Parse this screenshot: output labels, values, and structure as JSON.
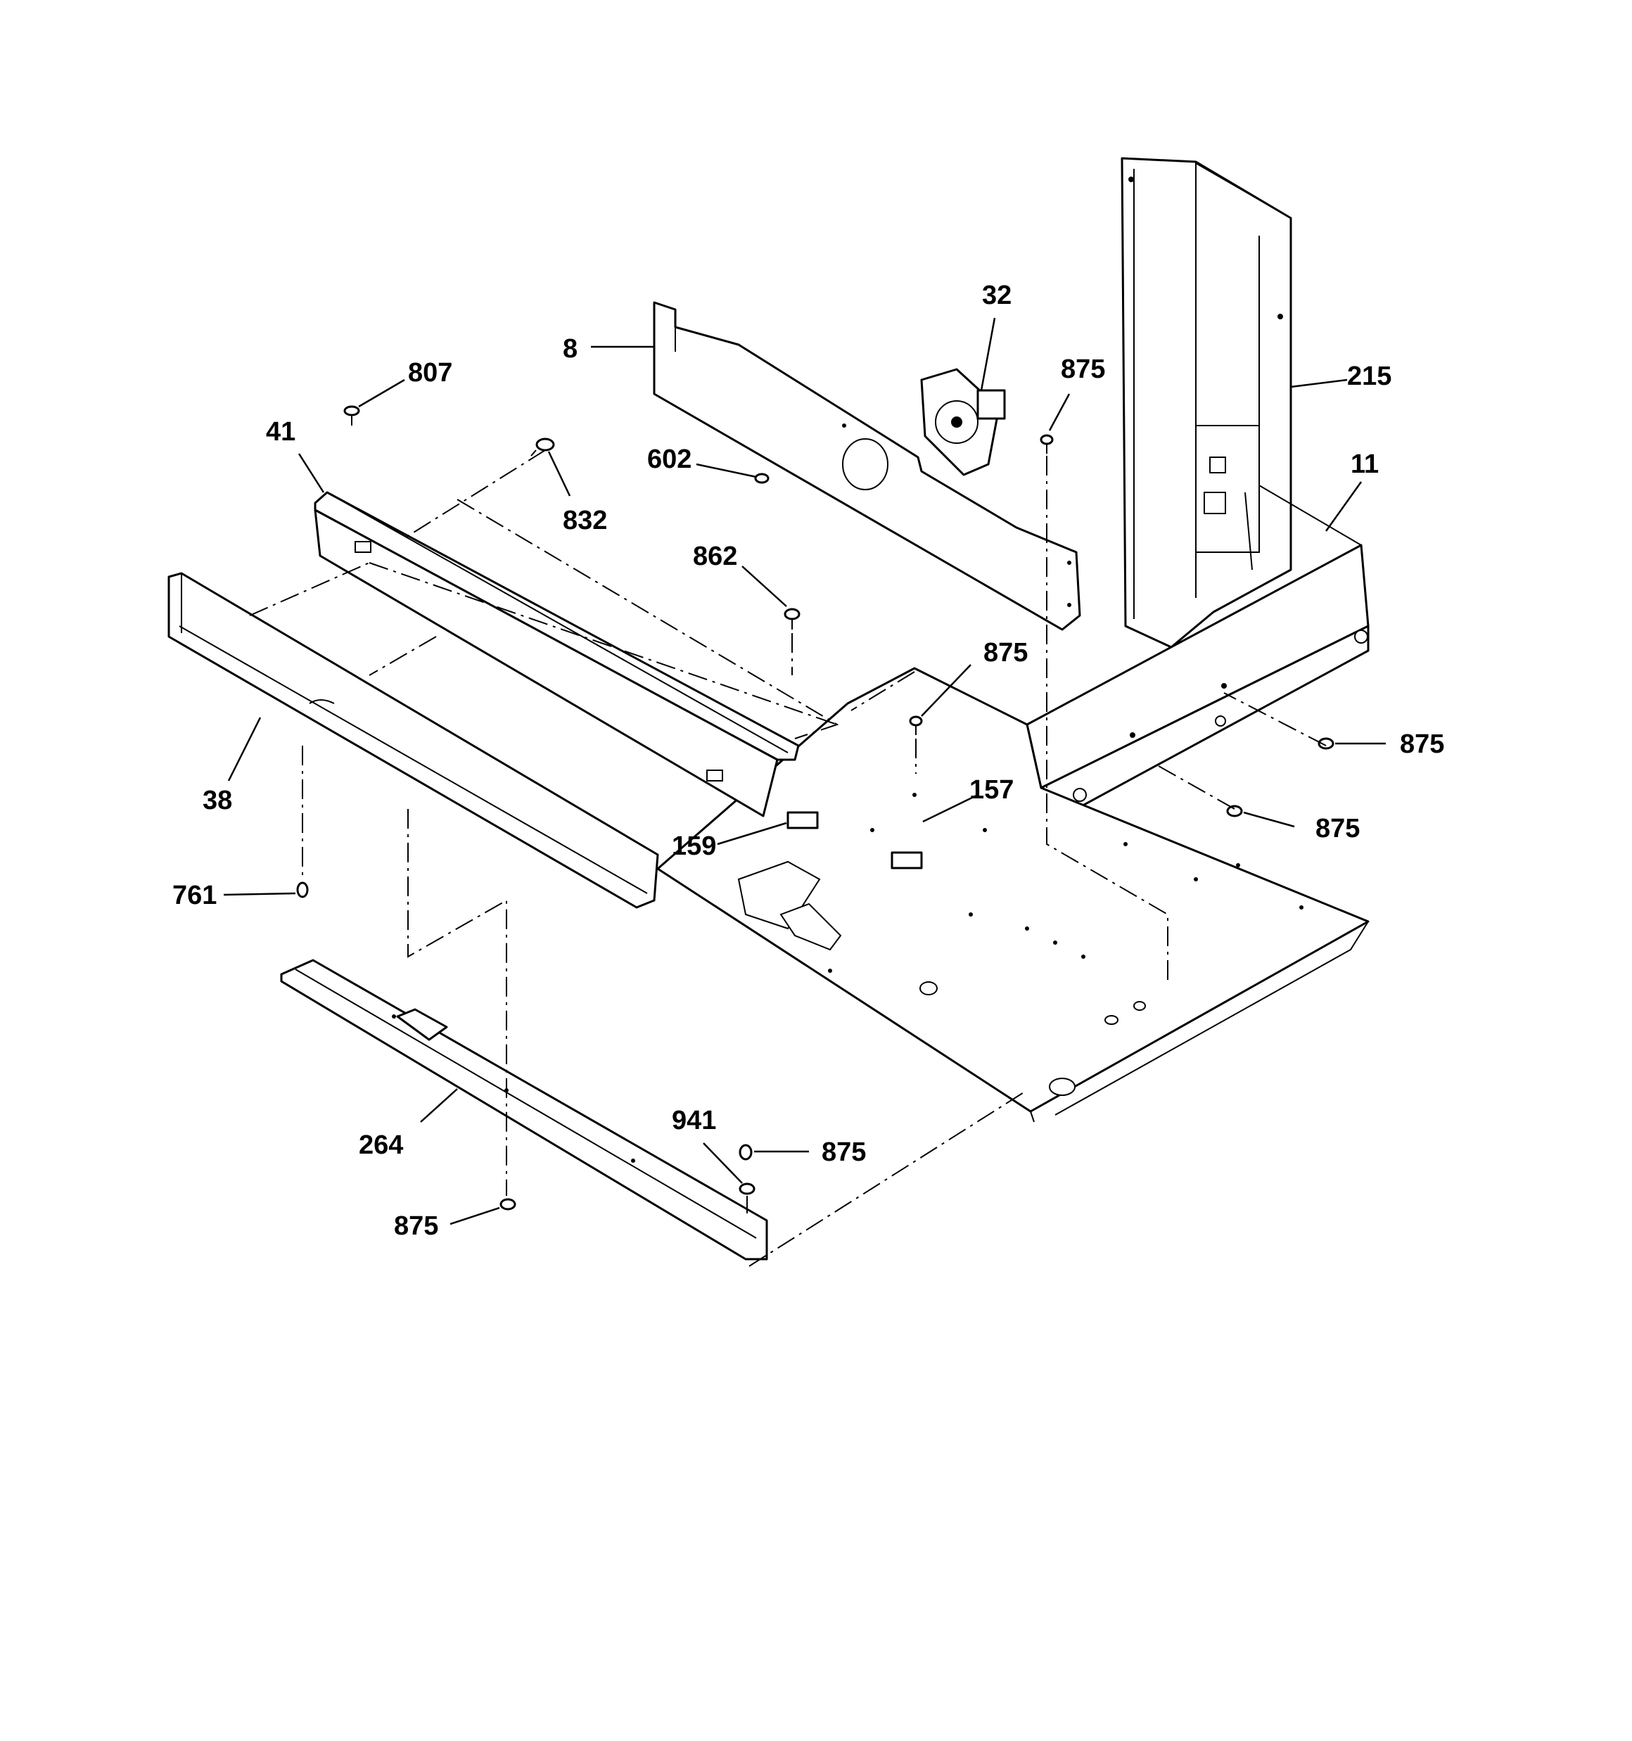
{
  "diagram": {
    "callouts": [
      {
        "id": "c-32",
        "label": "32"
      },
      {
        "id": "c-8",
        "label": "8"
      },
      {
        "id": "c-875a",
        "label": "875"
      },
      {
        "id": "c-215",
        "label": "215"
      },
      {
        "id": "c-807",
        "label": "807"
      },
      {
        "id": "c-41",
        "label": "41"
      },
      {
        "id": "c-602",
        "label": "602"
      },
      {
        "id": "c-11",
        "label": "11"
      },
      {
        "id": "c-832",
        "label": "832"
      },
      {
        "id": "c-862",
        "label": "862"
      },
      {
        "id": "c-875b",
        "label": "875"
      },
      {
        "id": "c-875c",
        "label": "875"
      },
      {
        "id": "c-38",
        "label": "38"
      },
      {
        "id": "c-157",
        "label": "157"
      },
      {
        "id": "c-875d",
        "label": "875"
      },
      {
        "id": "c-159",
        "label": "159"
      },
      {
        "id": "c-761",
        "label": "761"
      },
      {
        "id": "c-941",
        "label": "941"
      },
      {
        "id": "c-875e",
        "label": "875"
      },
      {
        "id": "c-264",
        "label": "264"
      },
      {
        "id": "c-875f",
        "label": "875"
      }
    ]
  }
}
